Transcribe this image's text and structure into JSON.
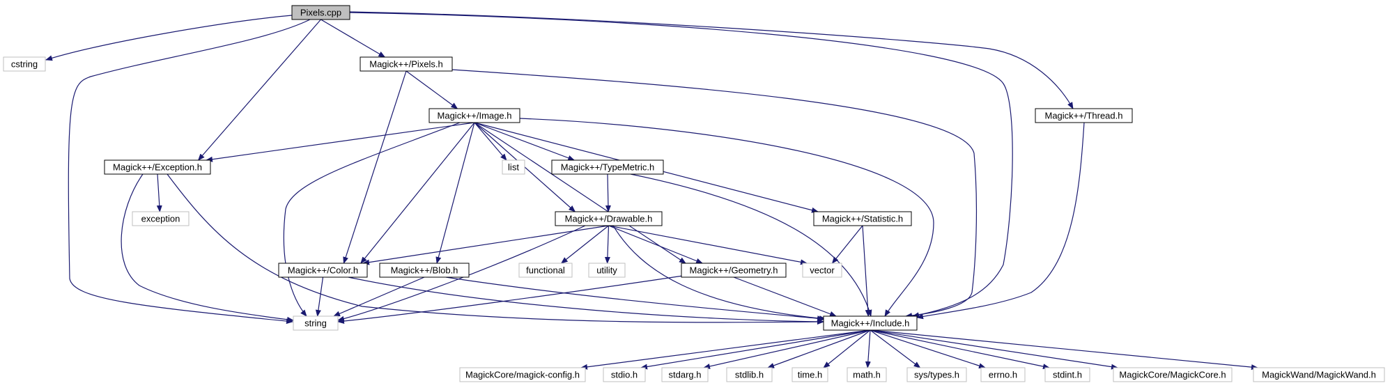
{
  "colors": {
    "edge": "#191970",
    "root_fill": "#bfbfbf",
    "node_stroke": "#000000",
    "external_stroke": "#bfbfbf",
    "background": "#ffffff"
  },
  "nodes": [
    {
      "id": "pixels_cpp",
      "label": "Pixels.cpp",
      "kind": "root"
    },
    {
      "id": "cstring",
      "label": "cstring",
      "kind": "external"
    },
    {
      "id": "pixels_h",
      "label": "Magick++/Pixels.h",
      "kind": "header"
    },
    {
      "id": "thread_h",
      "label": "Magick++/Thread.h",
      "kind": "header"
    },
    {
      "id": "image_h",
      "label": "Magick++/Image.h",
      "kind": "header"
    },
    {
      "id": "exception_h",
      "label": "Magick++/Exception.h",
      "kind": "header"
    },
    {
      "id": "list",
      "label": "list",
      "kind": "external"
    },
    {
      "id": "typemetric_h",
      "label": "Magick++/TypeMetric.h",
      "kind": "header"
    },
    {
      "id": "exception",
      "label": "exception",
      "kind": "external"
    },
    {
      "id": "drawable_h",
      "label": "Magick++/Drawable.h",
      "kind": "header"
    },
    {
      "id": "statistic_h",
      "label": "Magick++/Statistic.h",
      "kind": "header"
    },
    {
      "id": "color_h",
      "label": "Magick++/Color.h",
      "kind": "header"
    },
    {
      "id": "blob_h",
      "label": "Magick++/Blob.h",
      "kind": "header"
    },
    {
      "id": "functional",
      "label": "functional",
      "kind": "external"
    },
    {
      "id": "utility",
      "label": "utility",
      "kind": "external"
    },
    {
      "id": "geometry_h",
      "label": "Magick++/Geometry.h",
      "kind": "header"
    },
    {
      "id": "vector",
      "label": "vector",
      "kind": "external"
    },
    {
      "id": "string",
      "label": "string",
      "kind": "external"
    },
    {
      "id": "include_h",
      "label": "Magick++/Include.h",
      "kind": "header"
    },
    {
      "id": "magick_config_h",
      "label": "MagickCore/magick-config.h",
      "kind": "external"
    },
    {
      "id": "stdio_h",
      "label": "stdio.h",
      "kind": "external"
    },
    {
      "id": "stdarg_h",
      "label": "stdarg.h",
      "kind": "external"
    },
    {
      "id": "stdlib_h",
      "label": "stdlib.h",
      "kind": "external"
    },
    {
      "id": "time_h",
      "label": "time.h",
      "kind": "external"
    },
    {
      "id": "math_h",
      "label": "math.h",
      "kind": "external"
    },
    {
      "id": "sys_types_h",
      "label": "sys/types.h",
      "kind": "external"
    },
    {
      "id": "errno_h",
      "label": "errno.h",
      "kind": "external"
    },
    {
      "id": "stdint_h",
      "label": "stdint.h",
      "kind": "external"
    },
    {
      "id": "magickcore_h",
      "label": "MagickCore/MagickCore.h",
      "kind": "external"
    },
    {
      "id": "magickwand_h",
      "label": "MagickWand/MagickWand.h",
      "kind": "external"
    }
  ],
  "edges": [
    {
      "from": "pixels_cpp",
      "to": "cstring"
    },
    {
      "from": "pixels_cpp",
      "to": "string"
    },
    {
      "from": "pixels_cpp",
      "to": "exception_h"
    },
    {
      "from": "pixels_cpp",
      "to": "pixels_h"
    },
    {
      "from": "pixels_cpp",
      "to": "include_h"
    },
    {
      "from": "pixels_cpp",
      "to": "thread_h"
    },
    {
      "from": "pixels_h",
      "to": "image_h"
    },
    {
      "from": "pixels_h",
      "to": "color_h"
    },
    {
      "from": "pixels_h",
      "to": "include_h"
    },
    {
      "from": "thread_h",
      "to": "include_h"
    },
    {
      "from": "image_h",
      "to": "exception_h"
    },
    {
      "from": "image_h",
      "to": "string"
    },
    {
      "from": "image_h",
      "to": "color_h"
    },
    {
      "from": "image_h",
      "to": "blob_h"
    },
    {
      "from": "image_h",
      "to": "drawable_h"
    },
    {
      "from": "image_h",
      "to": "list"
    },
    {
      "from": "image_h",
      "to": "typemetric_h"
    },
    {
      "from": "image_h",
      "to": "geometry_h"
    },
    {
      "from": "image_h",
      "to": "statistic_h"
    },
    {
      "from": "image_h",
      "to": "include_h"
    },
    {
      "from": "exception_h",
      "to": "exception"
    },
    {
      "from": "exception_h",
      "to": "string"
    },
    {
      "from": "exception_h",
      "to": "include_h"
    },
    {
      "from": "typemetric_h",
      "to": "drawable_h"
    },
    {
      "from": "typemetric_h",
      "to": "include_h"
    },
    {
      "from": "drawable_h",
      "to": "color_h"
    },
    {
      "from": "drawable_h",
      "to": "string"
    },
    {
      "from": "drawable_h",
      "to": "functional"
    },
    {
      "from": "drawable_h",
      "to": "utility"
    },
    {
      "from": "drawable_h",
      "to": "geometry_h"
    },
    {
      "from": "drawable_h",
      "to": "vector"
    },
    {
      "from": "drawable_h",
      "to": "include_h"
    },
    {
      "from": "statistic_h",
      "to": "vector"
    },
    {
      "from": "statistic_h",
      "to": "include_h"
    },
    {
      "from": "color_h",
      "to": "string"
    },
    {
      "from": "color_h",
      "to": "include_h"
    },
    {
      "from": "blob_h",
      "to": "string"
    },
    {
      "from": "blob_h",
      "to": "include_h"
    },
    {
      "from": "geometry_h",
      "to": "string"
    },
    {
      "from": "geometry_h",
      "to": "include_h"
    },
    {
      "from": "include_h",
      "to": "magick_config_h"
    },
    {
      "from": "include_h",
      "to": "stdio_h"
    },
    {
      "from": "include_h",
      "to": "stdarg_h"
    },
    {
      "from": "include_h",
      "to": "stdlib_h"
    },
    {
      "from": "include_h",
      "to": "time_h"
    },
    {
      "from": "include_h",
      "to": "math_h"
    },
    {
      "from": "include_h",
      "to": "sys_types_h"
    },
    {
      "from": "include_h",
      "to": "errno_h"
    },
    {
      "from": "include_h",
      "to": "stdint_h"
    },
    {
      "from": "include_h",
      "to": "magickcore_h"
    },
    {
      "from": "include_h",
      "to": "magickwand_h"
    }
  ]
}
